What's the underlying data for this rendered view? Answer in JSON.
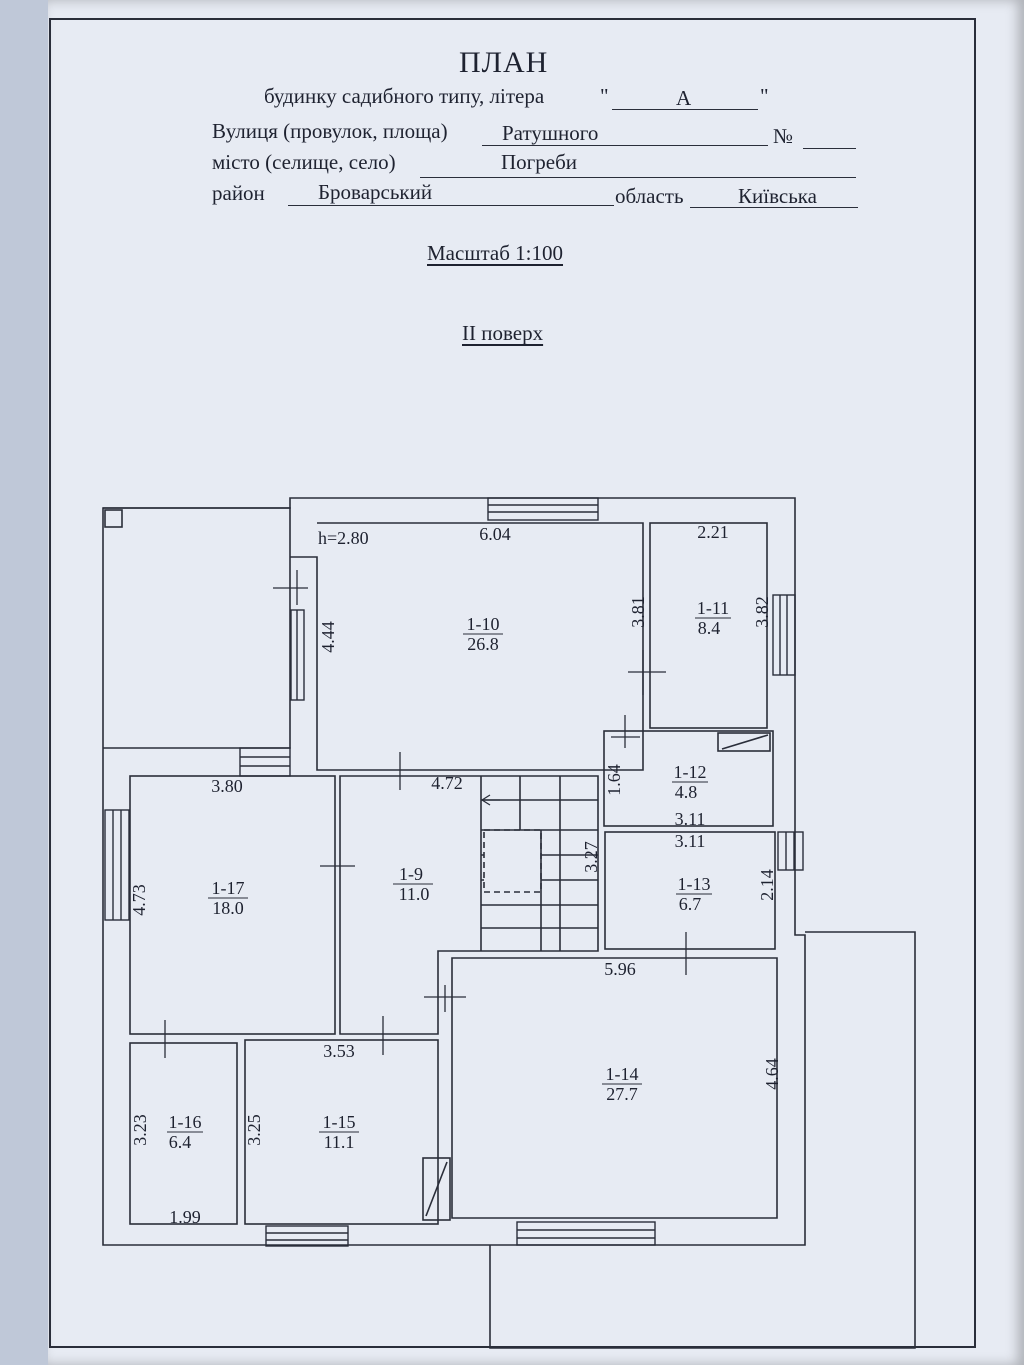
{
  "document": {
    "title": "ПЛАН",
    "subtitle_prefix": "будинку садибного типу, літера",
    "litera_open_quote": "\"",
    "litera": "А",
    "litera_close_quote": "\"",
    "street_label": "Вулиця (провулок, площа)",
    "street": "Ратушного",
    "number_label": "№",
    "number": "",
    "city_label": "місто (селище, село)",
    "city": "Погреби",
    "district_label": "район",
    "district": "Броварський",
    "region_label": "область",
    "region": "Київська",
    "scale": "Масштаб 1:100",
    "floor": "II поверх"
  },
  "plan": {
    "ceiling_height": "h=2.80",
    "rooms": [
      {
        "id": "1-10",
        "area": "26.8"
      },
      {
        "id": "1-11",
        "area": "8.4"
      },
      {
        "id": "1-12",
        "area": "4.8"
      },
      {
        "id": "1-13",
        "area": "6.7"
      },
      {
        "id": "1-9",
        "area": "11.0"
      },
      {
        "id": "1-17",
        "area": "18.0"
      },
      {
        "id": "1-14",
        "area": "27.7"
      },
      {
        "id": "1-16",
        "area": "6.4"
      },
      {
        "id": "1-15",
        "area": "11.1"
      }
    ],
    "dimensions": {
      "r10_width": "6.04",
      "r10_height": "4.44",
      "r10_right": "3.81",
      "r11_width": "2.21",
      "r11_height": "3.82",
      "r17_width": "3.80",
      "r17_height": "4.73",
      "r9_width": "4.72",
      "r12_height": "1.64",
      "r12_width": "3.11",
      "r13_width": "3.11",
      "stair_height": "3.27",
      "r13_height": "2.14",
      "r14_width": "5.96",
      "r14_height": "4.64",
      "r15_width": "3.53",
      "r15_height": "3.25",
      "r16_height": "3.23",
      "r16_width": "1.99"
    }
  }
}
